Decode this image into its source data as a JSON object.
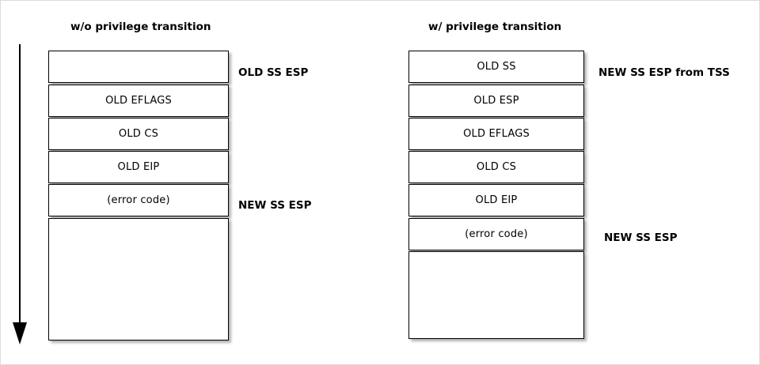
{
  "diagram": {
    "title_left": "w/o privilege transition",
    "title_right": "w/ privilege transition",
    "arrow": {
      "name": "downward-growth-arrow",
      "direction": "down"
    },
    "columns": [
      {
        "id": "without-privilege-transition",
        "title": "w/o privilege transition",
        "cells": [
          {
            "label": "",
            "empty": true
          },
          {
            "label": "OLD EFLAGS",
            "empty": false
          },
          {
            "label": "OLD CS",
            "empty": false
          },
          {
            "label": "OLD EIP",
            "empty": false
          },
          {
            "label": "(error code)",
            "empty": false
          },
          {
            "label": "",
            "empty": true
          }
        ],
        "annotations": [
          {
            "text": "OLD SS ESP",
            "at_cell": 0
          },
          {
            "text": "NEW SS ESP",
            "at_cell": 4
          }
        ]
      },
      {
        "id": "with-privilege-transition",
        "title": "w/ privilege transition",
        "cells": [
          {
            "label": "OLD SS",
            "empty": false
          },
          {
            "label": "OLD ESP",
            "empty": false
          },
          {
            "label": "OLD EFLAGS",
            "empty": false
          },
          {
            "label": "OLD CS",
            "empty": false
          },
          {
            "label": "OLD EIP",
            "empty": false
          },
          {
            "label": "(error code)",
            "empty": false
          },
          {
            "label": "",
            "empty": true
          }
        ],
        "annotations": [
          {
            "text": "NEW SS ESP from TSS",
            "at_cell": 0
          },
          {
            "text": "NEW SS ESP",
            "at_cell": 5
          }
        ]
      }
    ]
  },
  "colors": {
    "stroke": "#000000",
    "fill": "#ffffff",
    "frame": "#dcdcdc",
    "shadow": "rgba(0,0,0,0.30)"
  }
}
